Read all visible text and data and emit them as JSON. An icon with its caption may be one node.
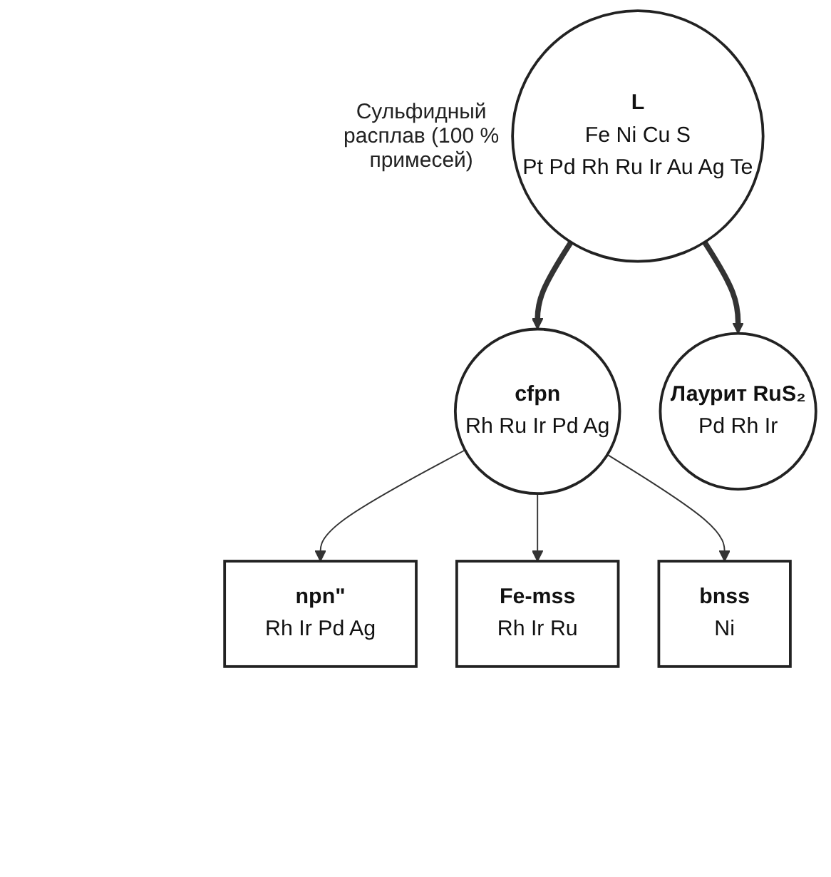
{
  "diagram": {
    "nodes": [
      {
        "text": [
          "L",
          "Fe Ni Cu S",
          "Pt Pd Rh Ru Ir Au Ag Te"
        ],
        "beside": [
          "Сульфидный расплав (100 % примесей)"
        ]
      },
      {
        "text": [
          "cfpn",
          "Rh Ru Ir Pd Ag"
        ]
      },
      {
        "text": [
          "Лаурит RuS₂",
          "Pd Rh Ir"
        ]
      },
      {
        "text": [
          "npn\"",
          "Rh Ir Pd Ag"
        ]
      },
      {
        "text": [
          "Fe-mss",
          "Rh Ir Ru"
        ]
      },
      {
        "text": [
          "bnss",
          "Ni"
        ]
      }
    ],
    "edges": [
      {
        "from": 0,
        "to": 1,
        "arrow": "to",
        "style": "thick"
      },
      {
        "from": 0,
        "to": 2,
        "arrow": "to",
        "style": "thick"
      },
      {
        "from": 1,
        "to": 3,
        "arrow": "to"
      },
      {
        "from": 1,
        "to": 4,
        "arrow": "to"
      },
      {
        "from": 1,
        "to": 5,
        "arrow": "to"
      }
    ]
  }
}
